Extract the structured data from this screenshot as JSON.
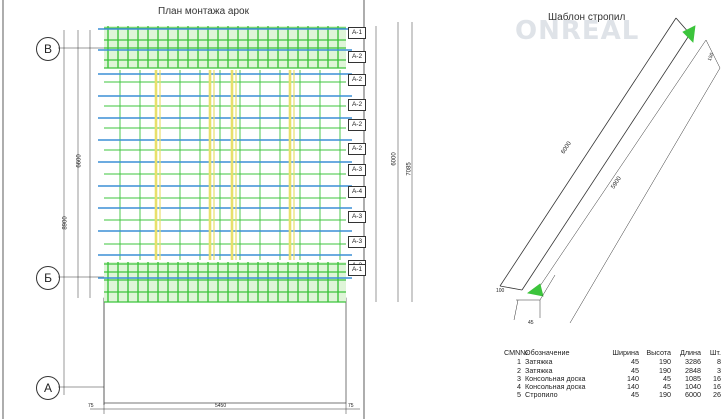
{
  "titles": {
    "plan": "План монтажа арок",
    "template": "Шаблон стропил"
  },
  "axes": [
    "В",
    "Б",
    "А"
  ],
  "arch_tags": [
    "А-1",
    "А-2",
    "А-2",
    "А-2",
    "А-2",
    "А-2",
    "А-3",
    "А-4",
    "А-3",
    "А-3",
    "А-3",
    "А-1"
  ],
  "vertical_dims": [
    "8900",
    "6600",
    "7085",
    "6000"
  ],
  "horizontal_dims": [
    "75",
    "5450",
    "75"
  ],
  "template_dims": [
    "6000",
    "5900",
    "150",
    "100",
    "45"
  ],
  "watermark": "ONREAL",
  "table": {
    "headers": [
      "СМN№",
      "Обозначение",
      "Ширина",
      "Высота",
      "Длина",
      "Шт."
    ],
    "rows": [
      [
        "1",
        "Затяжка",
        "45",
        "190",
        "3286",
        "8"
      ],
      [
        "2",
        "Затяжка",
        "45",
        "190",
        "2848",
        "3"
      ],
      [
        "3",
        "Консольная доска",
        "140",
        "45",
        "1085",
        "16"
      ],
      [
        "4",
        "Консольная доска",
        "140",
        "45",
        "1040",
        "16"
      ],
      [
        "5",
        "Стропило",
        "45",
        "190",
        "6000",
        "26"
      ]
    ]
  },
  "colors": {
    "green": "#3cc43c",
    "blue": "#3b8fd6",
    "yellow": "#e8e06a",
    "line": "#333333"
  }
}
